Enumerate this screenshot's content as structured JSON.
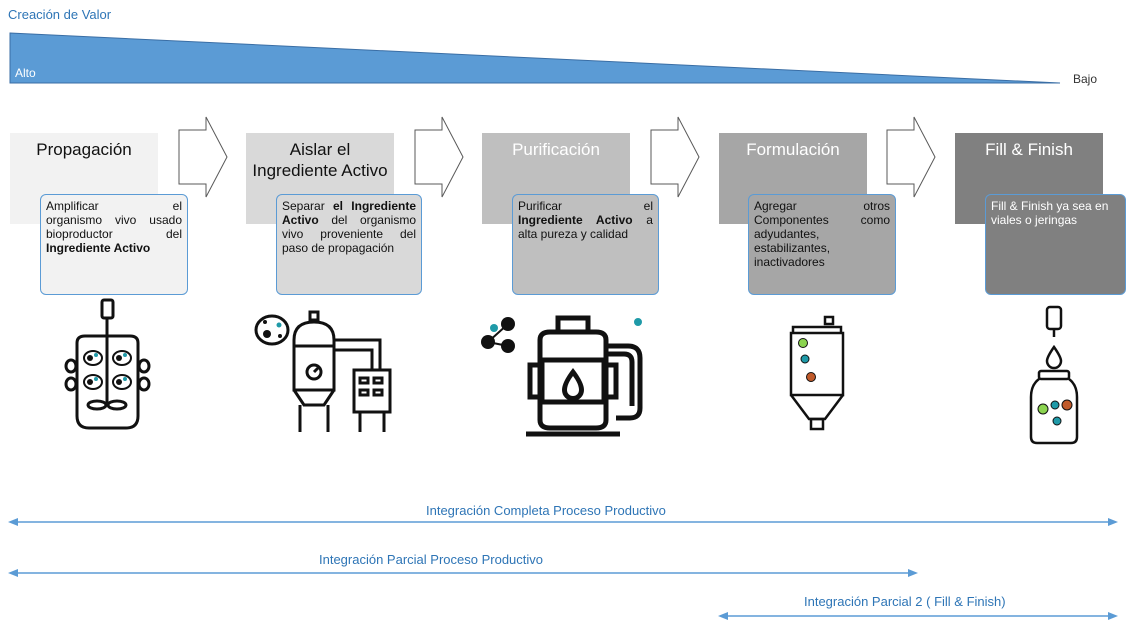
{
  "header": {
    "title": "Creación de Valor",
    "high_label": "Alto",
    "low_label": "Bajo"
  },
  "stages": [
    {
      "title": [
        "Propagación"
      ],
      "desc": [
        {
          "type": "j",
          "parts": [
            {
              "t": "Amplificar el"
            }
          ]
        },
        {
          "type": "j",
          "parts": [
            {
              "t": "organismo vivo usado"
            }
          ]
        },
        {
          "type": "j",
          "parts": [
            {
              "t": "bioproductor del"
            }
          ]
        },
        {
          "type": "l",
          "parts": [
            {
              "t": "Ingrediente Activo",
              "b": true
            }
          ]
        }
      ]
    },
    {
      "title": [
        "Aislar el",
        "Ingrediente Activo"
      ],
      "desc": [
        {
          "type": "j",
          "parts": [
            {
              "t": "Separar "
            },
            {
              "t": "el Ingrediente",
              "b": true
            }
          ]
        },
        {
          "type": "j",
          "parts": [
            {
              "t": "Activo",
              "b": true
            },
            {
              "t": " del organismo"
            }
          ]
        },
        {
          "type": "j",
          "parts": [
            {
              "t": "vivo proveniente del"
            }
          ]
        },
        {
          "type": "l",
          "parts": [
            {
              "t": "paso de propagación"
            }
          ]
        }
      ]
    },
    {
      "title": [
        "Purificación"
      ],
      "desc": [
        {
          "type": "j",
          "parts": [
            {
              "t": "Purificar el"
            }
          ]
        },
        {
          "type": "j",
          "parts": [
            {
              "t": "Ingrediente Activo",
              "b": true
            },
            {
              "t": " a"
            }
          ]
        },
        {
          "type": "l",
          "parts": [
            {
              "t": "alta pureza y calidad"
            }
          ]
        }
      ]
    },
    {
      "title": [
        "Formulación"
      ],
      "desc": [
        {
          "type": "j",
          "parts": [
            {
              "t": "Agregar otros"
            }
          ]
        },
        {
          "type": "j",
          "parts": [
            {
              "t": "Componentes como"
            }
          ]
        },
        {
          "type": "l",
          "parts": [
            {
              "t": "adyudantes,"
            }
          ]
        },
        {
          "type": "l",
          "parts": [
            {
              "t": "estabilizantes,"
            }
          ]
        },
        {
          "type": "l",
          "parts": [
            {
              "t": "inactivadores"
            }
          ]
        }
      ]
    },
    {
      "title": [
        "Fill & Finish"
      ],
      "desc": [
        {
          "type": "l",
          "parts": [
            {
              "t": "Fill & Finish ya sea en"
            }
          ]
        },
        {
          "type": "l",
          "parts": [
            {
              "t": "viales o jeringas"
            }
          ]
        }
      ]
    }
  ],
  "integrations": [
    {
      "label": "Integración Completa Proceso Productivo"
    },
    {
      "label": "Integración Parcial Proceso Productivo"
    },
    {
      "label": "Integración Parcial 2 ( Fill & Finish)"
    }
  ],
  "colors": {
    "accent": "#2e75b6",
    "wedge": "#5b9bd5",
    "box_border": "#5b9bd5",
    "stage_bg": [
      "#f2f2f2",
      "#d9d9d9",
      "#bfbfbf",
      "#a6a6a6",
      "#808080"
    ],
    "box_bg": [
      "#f2f2f2",
      "#d9d9d9",
      "#bfbfbf",
      "#a6a6a6",
      "#808080"
    ]
  }
}
